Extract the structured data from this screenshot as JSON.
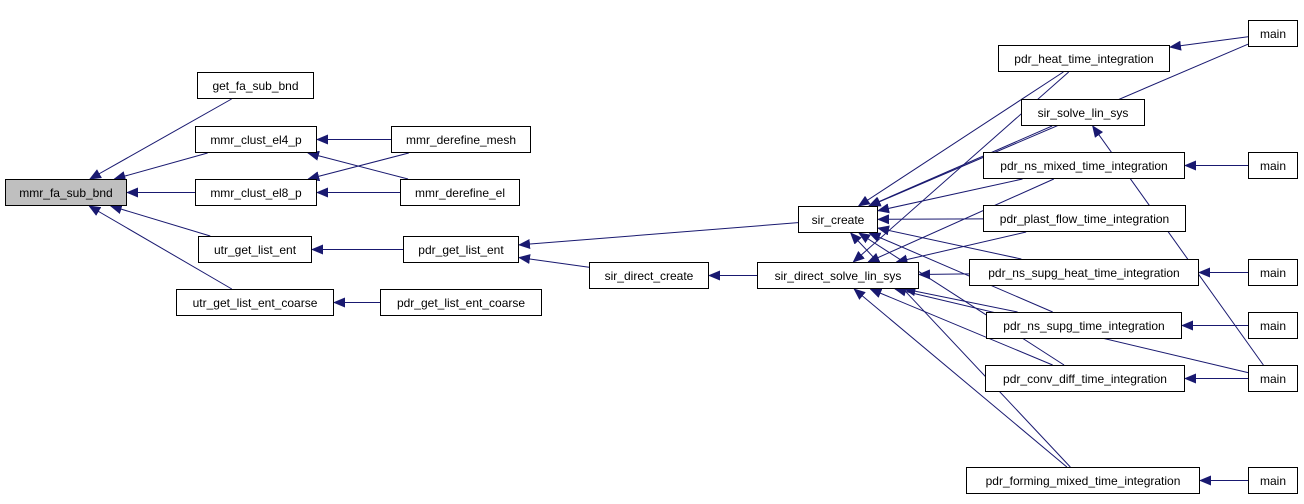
{
  "diagram": {
    "edge_color": "#191970",
    "root_fill": "#bfbfbf",
    "nodes": {
      "mmr_fa_sub_bnd": "mmr_fa_sub_bnd",
      "get_fa_sub_bnd": "get_fa_sub_bnd",
      "mmr_clust_el4_p": "mmr_clust_el4_p",
      "mmr_clust_el8_p": "mmr_clust_el8_p",
      "utr_get_list_ent": "utr_get_list_ent",
      "utr_get_list_ent_coarse": "utr_get_list_ent_coarse",
      "mmr_derefine_mesh": "mmr_derefine_mesh",
      "mmr_derefine_el": "mmr_derefine_el",
      "pdr_get_list_ent": "pdr_get_list_ent",
      "pdr_get_list_ent_coarse": "pdr_get_list_ent_coarse",
      "sir_direct_create": "sir_direct_create",
      "sir_create": "sir_create",
      "sir_direct_solve_lin_sys": "sir_direct_solve_lin_sys",
      "pdr_heat_time_integration": "pdr_heat_time_integration",
      "sir_solve_lin_sys": "sir_solve_lin_sys",
      "pdr_ns_mixed_time_integration": "pdr_ns_mixed_time_integration",
      "pdr_plast_flow_time_integration": "pdr_plast_flow_time_integration",
      "pdr_ns_supg_heat_time_integration": "pdr_ns_supg_heat_time_integration",
      "pdr_ns_supg_time_integration": "pdr_ns_supg_time_integration",
      "pdr_conv_diff_time_integration": "pdr_conv_diff_time_integration",
      "pdr_forming_mixed_time_integration": "pdr_forming_mixed_time_integration",
      "main_1": "main",
      "main_2": "main",
      "main_3": "main",
      "main_4": "main",
      "main_5": "main",
      "main_6": "main"
    },
    "edges": [
      [
        "get_fa_sub_bnd",
        "mmr_fa_sub_bnd"
      ],
      [
        "mmr_clust_el4_p",
        "mmr_fa_sub_bnd"
      ],
      [
        "mmr_clust_el8_p",
        "mmr_fa_sub_bnd"
      ],
      [
        "utr_get_list_ent",
        "mmr_fa_sub_bnd"
      ],
      [
        "utr_get_list_ent_coarse",
        "mmr_fa_sub_bnd"
      ],
      [
        "mmr_derefine_mesh",
        "mmr_clust_el4_p"
      ],
      [
        "mmr_derefine_el",
        "mmr_clust_el4_p"
      ],
      [
        "mmr_derefine_mesh",
        "mmr_clust_el8_p"
      ],
      [
        "mmr_derefine_el",
        "mmr_clust_el8_p"
      ],
      [
        "pdr_get_list_ent",
        "utr_get_list_ent"
      ],
      [
        "pdr_get_list_ent_coarse",
        "utr_get_list_ent_coarse"
      ],
      [
        "sir_create",
        "pdr_get_list_ent"
      ],
      [
        "sir_direct_create",
        "pdr_get_list_ent"
      ],
      [
        "sir_direct_solve_lin_sys",
        "sir_direct_create"
      ],
      [
        "pdr_heat_time_integration",
        "sir_create"
      ],
      [
        "sir_solve_lin_sys",
        "sir_create"
      ],
      [
        "pdr_ns_mixed_time_integration",
        "sir_create"
      ],
      [
        "pdr_plast_flow_time_integration",
        "sir_create"
      ],
      [
        "pdr_ns_supg_heat_time_integration",
        "sir_create"
      ],
      [
        "pdr_ns_supg_time_integration",
        "sir_create"
      ],
      [
        "pdr_conv_diff_time_integration",
        "sir_create"
      ],
      [
        "pdr_forming_mixed_time_integration",
        "sir_create"
      ],
      [
        "main_1",
        "sir_create"
      ],
      [
        "pdr_heat_time_integration",
        "sir_direct_solve_lin_sys"
      ],
      [
        "pdr_ns_mixed_time_integration",
        "sir_direct_solve_lin_sys"
      ],
      [
        "pdr_plast_flow_time_integration",
        "sir_direct_solve_lin_sys"
      ],
      [
        "pdr_ns_supg_heat_time_integration",
        "sir_direct_solve_lin_sys"
      ],
      [
        "pdr_ns_supg_time_integration",
        "sir_direct_solve_lin_sys"
      ],
      [
        "pdr_conv_diff_time_integration",
        "sir_direct_solve_lin_sys"
      ],
      [
        "pdr_forming_mixed_time_integration",
        "sir_direct_solve_lin_sys"
      ],
      [
        "main_5",
        "sir_direct_solve_lin_sys"
      ],
      [
        "main_1",
        "pdr_heat_time_integration"
      ],
      [
        "main_5",
        "sir_solve_lin_sys"
      ],
      [
        "main_2",
        "pdr_ns_mixed_time_integration"
      ],
      [
        "main_3",
        "pdr_ns_supg_heat_time_integration"
      ],
      [
        "main_4",
        "pdr_ns_supg_time_integration"
      ],
      [
        "main_5",
        "pdr_conv_diff_time_integration"
      ],
      [
        "main_6",
        "pdr_forming_mixed_time_integration"
      ]
    ]
  }
}
